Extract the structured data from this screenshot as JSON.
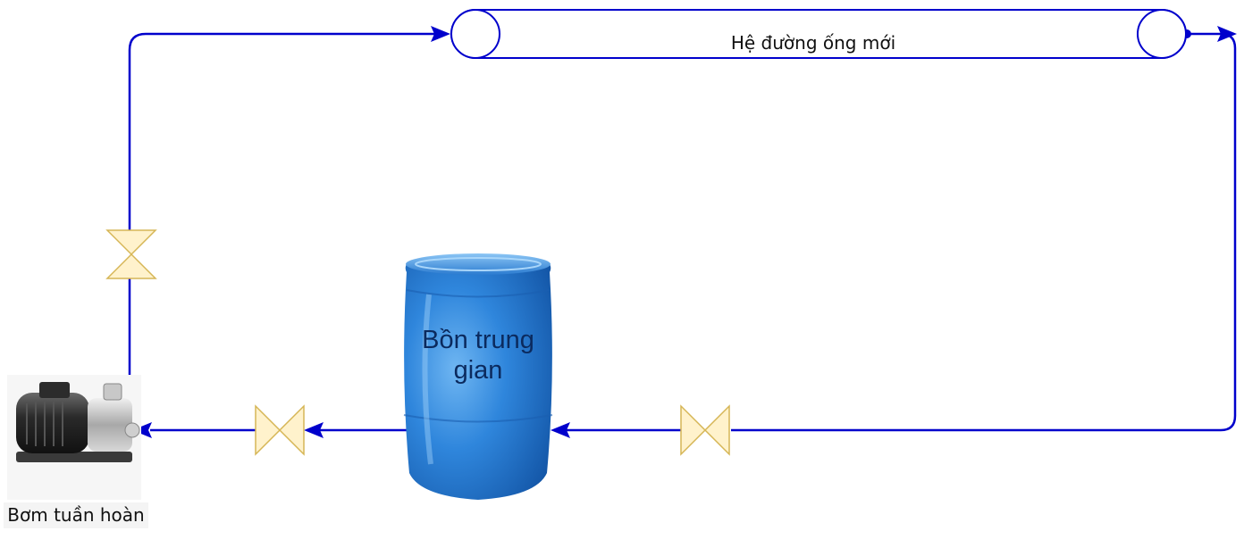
{
  "diagram": {
    "pipe_system_label": "Hệ đường ống mới",
    "tank_label": "Bồn trung gian",
    "pump_label": "Bơm tuần hoàn",
    "line_color": "#0000cc",
    "valve_fill": "#fff2cc",
    "valve_stroke": "#d6b656",
    "tank_color": "#2e7fd6"
  }
}
